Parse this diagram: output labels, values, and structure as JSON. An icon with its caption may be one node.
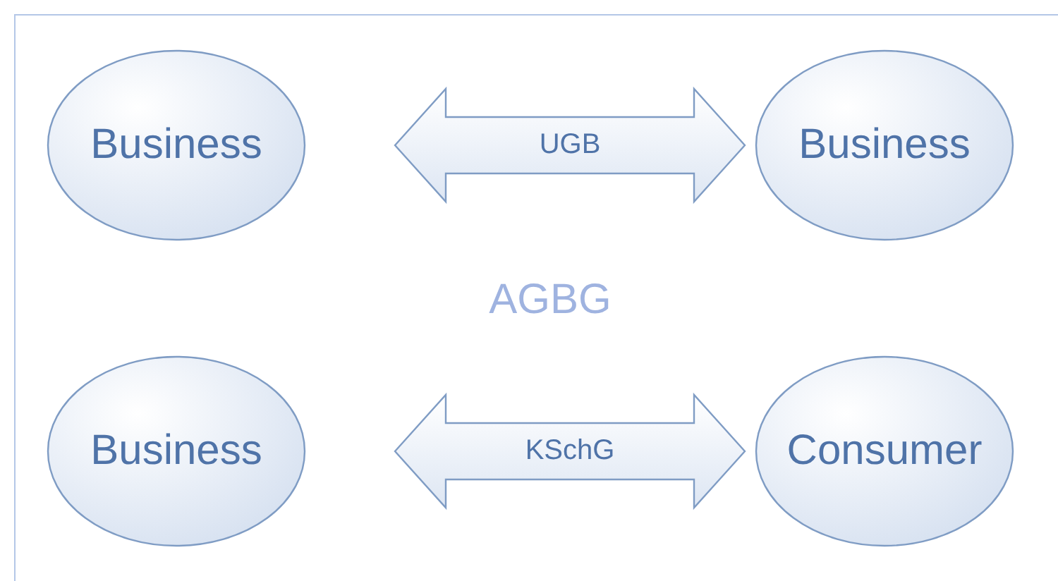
{
  "diagram": {
    "nodes": [
      {
        "text": [
          "Business"
        ]
      },
      {
        "text": [
          "Business"
        ]
      },
      {
        "text": [
          "Business"
        ]
      },
      {
        "text": [
          "Consumer"
        ]
      }
    ],
    "edges": [
      {
        "from": 0,
        "to": 1,
        "arrow": "both",
        "label": "UGB"
      },
      {
        "from": 2,
        "to": 3,
        "arrow": "both",
        "label": "KSchG"
      }
    ],
    "labels": [
      "AGBG"
    ]
  }
}
